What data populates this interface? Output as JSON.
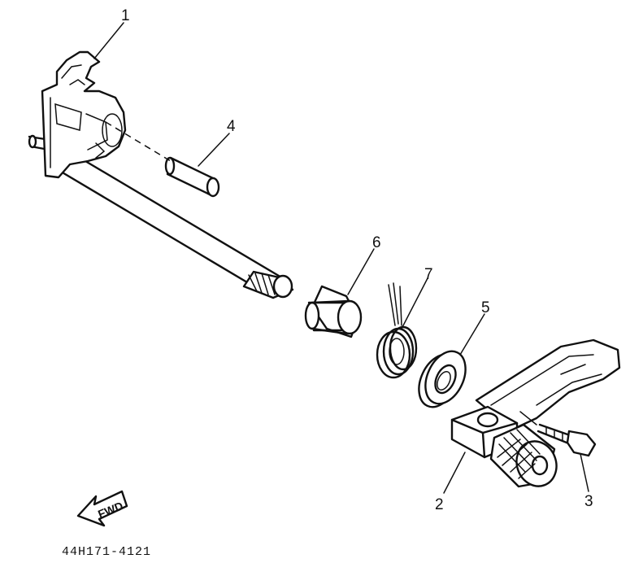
{
  "callouts": [
    {
      "id": "1",
      "label": "1"
    },
    {
      "id": "2",
      "label": "2"
    },
    {
      "id": "3",
      "label": "3"
    },
    {
      "id": "4",
      "label": "4"
    },
    {
      "id": "5",
      "label": "5"
    },
    {
      "id": "6",
      "label": "6"
    },
    {
      "id": "7",
      "label": "7"
    }
  ],
  "direction_arrow": {
    "label": "FWD"
  },
  "diagram_code": "44H171-4121"
}
